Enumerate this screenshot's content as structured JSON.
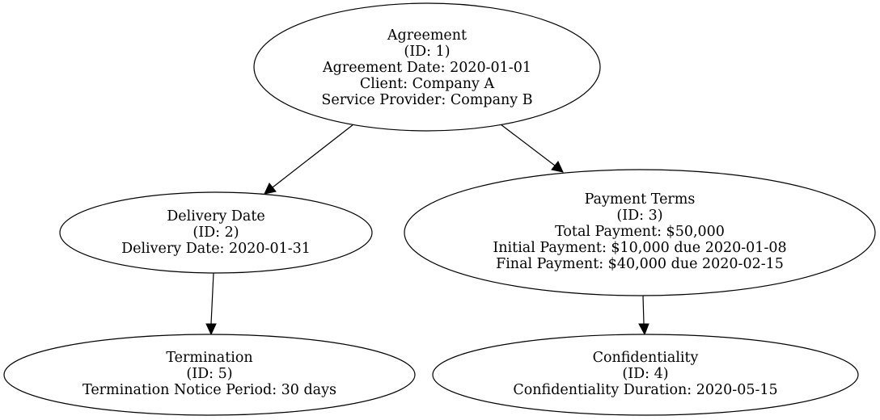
{
  "colors": {
    "background": "#ffffff",
    "stroke": "#000000",
    "text": "#000000"
  },
  "nodes": {
    "agreement": {
      "lines": [
        "Agreement",
        "(ID: 1)",
        "Agreement Date: 2020-01-01",
        "Client: Company A",
        "Service Provider: Company B"
      ]
    },
    "delivery_date": {
      "lines": [
        "Delivery Date",
        "(ID: 2)",
        "Delivery Date: 2020-01-31"
      ]
    },
    "payment_terms": {
      "lines": [
        "Payment Terms",
        "(ID: 3)",
        "Total Payment: $50,000",
        "Initial Payment: $10,000 due 2020-01-08",
        "Final Payment: $40,000 due 2020-02-15"
      ]
    },
    "termination": {
      "lines": [
        "Termination",
        "(ID: 5)",
        "Termination Notice Period: 30 days"
      ]
    },
    "confidentiality": {
      "lines": [
        "Confidentiality",
        "(ID: 4)",
        "Confidentiality Duration: 2020-05-15"
      ]
    }
  },
  "edges": [
    {
      "from": "agreement",
      "to": "delivery_date"
    },
    {
      "from": "agreement",
      "to": "payment_terms"
    },
    {
      "from": "delivery_date",
      "to": "termination"
    },
    {
      "from": "payment_terms",
      "to": "confidentiality"
    }
  ]
}
